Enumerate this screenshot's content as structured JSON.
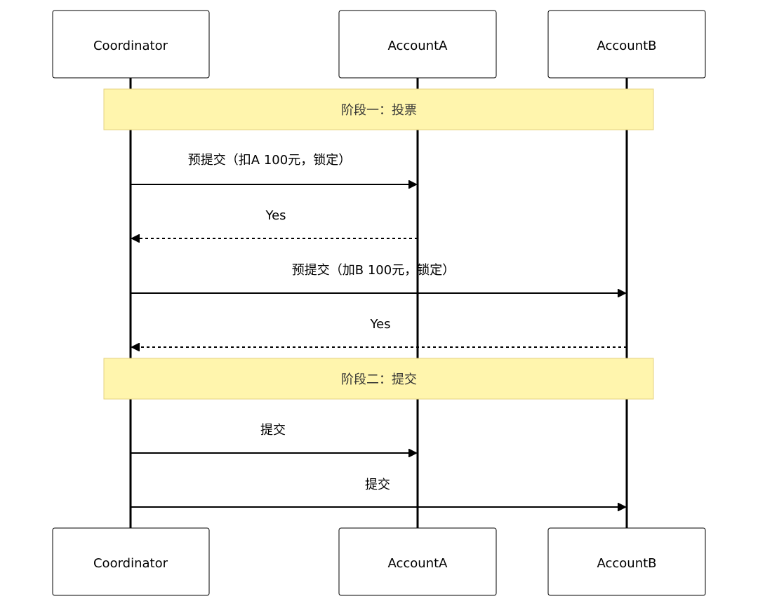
{
  "participants": [
    {
      "id": "coordinator",
      "label": "Coordinator"
    },
    {
      "id": "accountA",
      "label": "AccountA"
    },
    {
      "id": "accountB",
      "label": "AccountB"
    }
  ],
  "notes": [
    {
      "label": "阶段一：投票"
    },
    {
      "label": "阶段二：提交"
    }
  ],
  "messages": [
    {
      "from": "coordinator",
      "to": "accountA",
      "label": "预提交（扣A 100元，锁定）",
      "style": "solid"
    },
    {
      "from": "accountA",
      "to": "coordinator",
      "label": "Yes",
      "style": "dashed"
    },
    {
      "from": "coordinator",
      "to": "accountB",
      "label": "预提交（加B 100元，锁定）",
      "style": "solid"
    },
    {
      "from": "accountB",
      "to": "coordinator",
      "label": "Yes",
      "style": "dashed"
    },
    {
      "from": "coordinator",
      "to": "accountA",
      "label": "提交",
      "style": "solid"
    },
    {
      "from": "coordinator",
      "to": "accountB",
      "label": "提交",
      "style": "solid"
    }
  ],
  "colors": {
    "note_fill": "#fff5ad",
    "note_border": "#e6d280",
    "line": "#000000"
  }
}
